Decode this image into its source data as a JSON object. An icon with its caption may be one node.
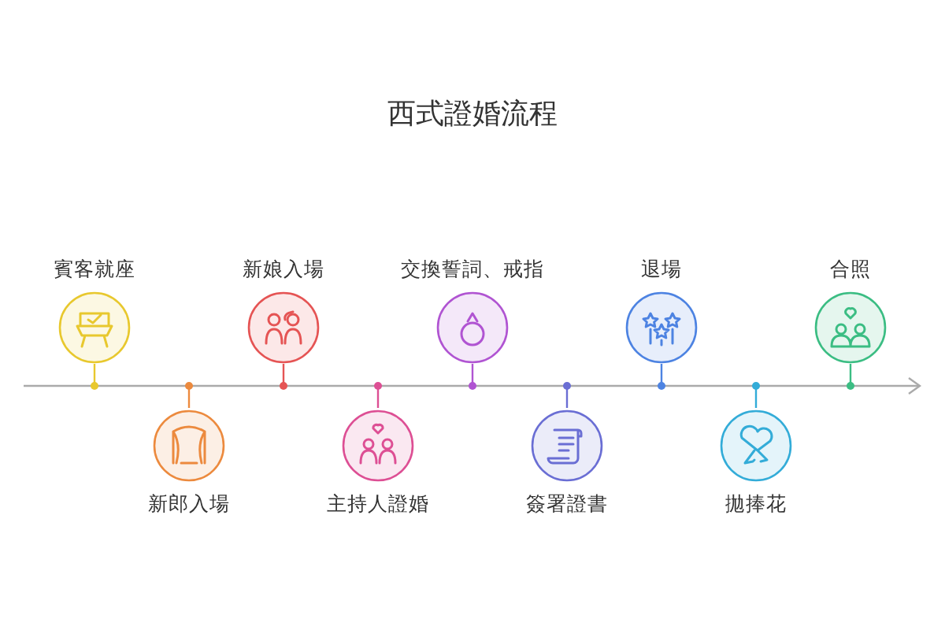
{
  "diagram": {
    "title": "西式證婚流程",
    "nodes": [
      {
        "text": [
          "賓客就座"
        ]
      },
      {
        "text": [
          "新郎入場"
        ]
      },
      {
        "text": [
          "新娘入場"
        ]
      },
      {
        "text": [
          "主持人證婚"
        ]
      },
      {
        "text": [
          "交換誓詞、戒指"
        ]
      },
      {
        "text": [
          "簽署證書"
        ]
      },
      {
        "text": [
          "退場"
        ]
      },
      {
        "text": [
          "拋捧花"
        ]
      },
      {
        "text": [
          "合照"
        ]
      }
    ],
    "edges": []
  }
}
